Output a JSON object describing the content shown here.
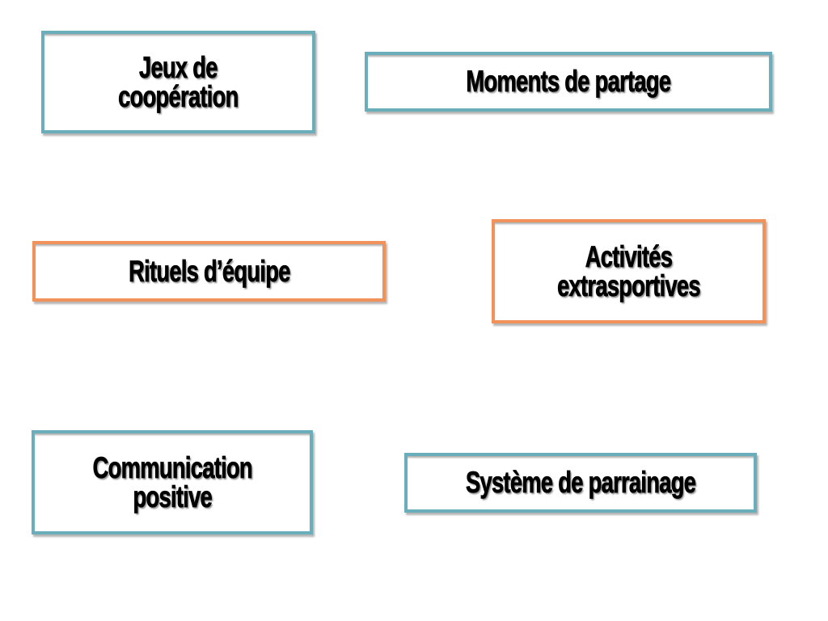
{
  "diagram": {
    "colors": {
      "teal_border": "#6aaebb",
      "orange_border": "#f0925a",
      "box_fill": "#ffffff",
      "text": "#000000"
    },
    "boxes": [
      {
        "id": "jeux-de-cooperation",
        "lines": [
          "Jeux de",
          "coopération"
        ],
        "border": "teal"
      },
      {
        "id": "moments-de-partage",
        "lines": [
          "Moments de partage"
        ],
        "border": "teal"
      },
      {
        "id": "rituels-d-equipe",
        "lines": [
          "Rituels d’équipe"
        ],
        "border": "orange"
      },
      {
        "id": "activites-extrasportives",
        "lines": [
          "Activités",
          "extrasportives"
        ],
        "border": "orange"
      },
      {
        "id": "communication-positive",
        "lines": [
          "Communication",
          "positive"
        ],
        "border": "teal"
      },
      {
        "id": "systeme-de-parrainage",
        "lines": [
          "Système de parrainage"
        ],
        "border": "teal"
      }
    ]
  }
}
